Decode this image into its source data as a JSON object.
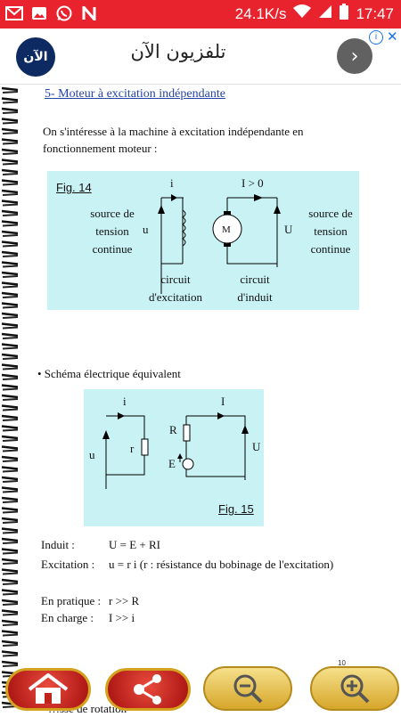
{
  "status_bar": {
    "network_speed": "24.1K/s",
    "time": "17:47",
    "icons": [
      "gmail-icon",
      "image-icon",
      "whatsapp-icon",
      "n-app-icon",
      "wifi-icon",
      "signal-icon",
      "battery-icon"
    ]
  },
  "ad": {
    "logo_text": "الآن",
    "title": "تلفزيون الآن",
    "icons": [
      "ad-info-icon",
      "ad-close-icon",
      "chevron-right-icon"
    ]
  },
  "document": {
    "section_heading": "5- Moteur à excitation indépendante",
    "intro": "On s'intéresse à la machine à excitation indépendante en fonctionnement moteur :",
    "fig14": {
      "caption": "Fig. 14",
      "current_i": "i",
      "current_I": "I > 0",
      "left_source": [
        "source de",
        "tension",
        "continue"
      ],
      "right_source": [
        "source de",
        "tension",
        "continue"
      ],
      "voltage_u": "u",
      "voltage_U": "U",
      "motor": "M",
      "circuit_excitation": [
        "circuit",
        "d'excitation"
      ],
      "circuit_induit": [
        "circuit",
        "d'induit"
      ]
    },
    "bullet": "• Schéma électrique équivalent",
    "fig15": {
      "caption": "Fig. 15",
      "current_i": "i",
      "current_I": "I",
      "voltage_u": "u",
      "resistance_r": "r",
      "resistance_R": "R",
      "emf_E": "E",
      "voltage_U": "U"
    },
    "equations": [
      {
        "label": "Induit :",
        "value": "U = E + RI"
      },
      {
        "label": "Excitation :",
        "value": "u = r i   (r : résistance du bobinage de l'excitation)"
      }
    ],
    "conditions": [
      {
        "label": "En pratique :",
        "value": "r >> R"
      },
      {
        "label": "En charge :",
        "value": "I >> i"
      }
    ],
    "page_number": "10",
    "cut_text": "…sse de rotation"
  },
  "bottom_bar": {
    "icons": [
      "home-icon",
      "share-icon",
      "zoom-out-icon",
      "zoom-in-icon"
    ]
  }
}
